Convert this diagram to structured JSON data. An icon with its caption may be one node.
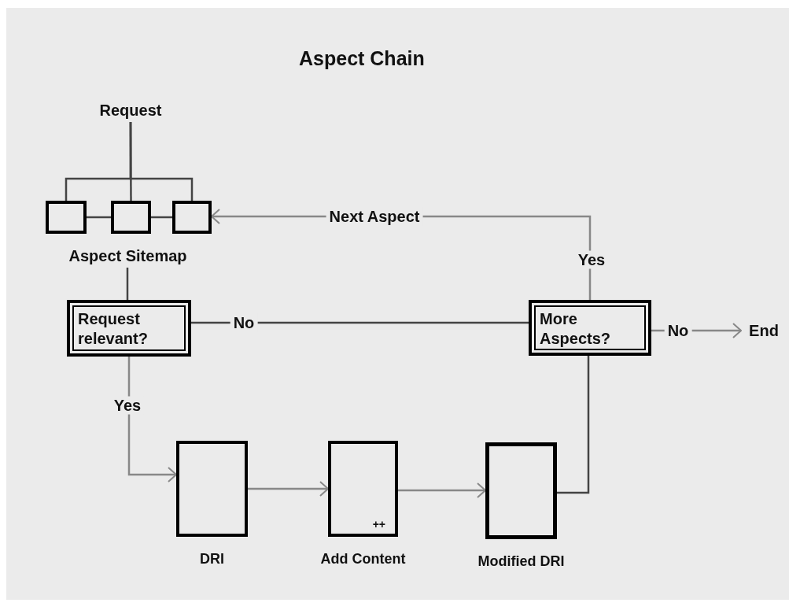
{
  "diagram": {
    "title": "Aspect Chain",
    "nodes": [
      {
        "text": [
          "Request"
        ]
      },
      {
        "text": [],
        "shape": "box"
      },
      {
        "text": [],
        "shape": "box"
      },
      {
        "text": [],
        "shape": "box"
      },
      {
        "text": [
          "Aspect Sitemap"
        ]
      },
      {
        "text": [
          "Request relevant?"
        ]
      },
      {
        "text": [
          "More Aspects?"
        ]
      },
      {
        "text": [
          "End"
        ]
      },
      {
        "text": [],
        "shape": "box",
        "beside": [
          "DRI"
        ]
      },
      {
        "text": [
          "++"
        ],
        "beside": [
          "Add Content"
        ]
      },
      {
        "text": [],
        "shape": "box",
        "beside": [
          "Modified DRI"
        ]
      }
    ],
    "edges": [
      {
        "from": 0,
        "to": 1,
        "arrow": "none"
      },
      {
        "from": 0,
        "to": 2,
        "arrow": "none"
      },
      {
        "from": 0,
        "to": 3,
        "arrow": "none"
      },
      {
        "from": 1,
        "to": 2,
        "arrow": "none"
      },
      {
        "from": 2,
        "to": 3,
        "arrow": "none"
      },
      {
        "from": 6,
        "to": 3,
        "arrow": "to",
        "label": "Yes"
      },
      {
        "from": 4,
        "to": 5,
        "arrow": "none"
      },
      {
        "from": 5,
        "to": 6,
        "arrow": "none",
        "label": "No"
      },
      {
        "from": 5,
        "to": 8,
        "arrow": "to",
        "label": "Yes"
      },
      {
        "from": 8,
        "to": 9,
        "arrow": "to"
      },
      {
        "from": 9,
        "to": 10,
        "arrow": "to"
      },
      {
        "from": 10,
        "to": 6,
        "arrow": "none"
      },
      {
        "from": 6,
        "to": 7,
        "arrow": "to",
        "label": "No"
      }
    ],
    "labels": [
      "Next Aspect"
    ]
  }
}
